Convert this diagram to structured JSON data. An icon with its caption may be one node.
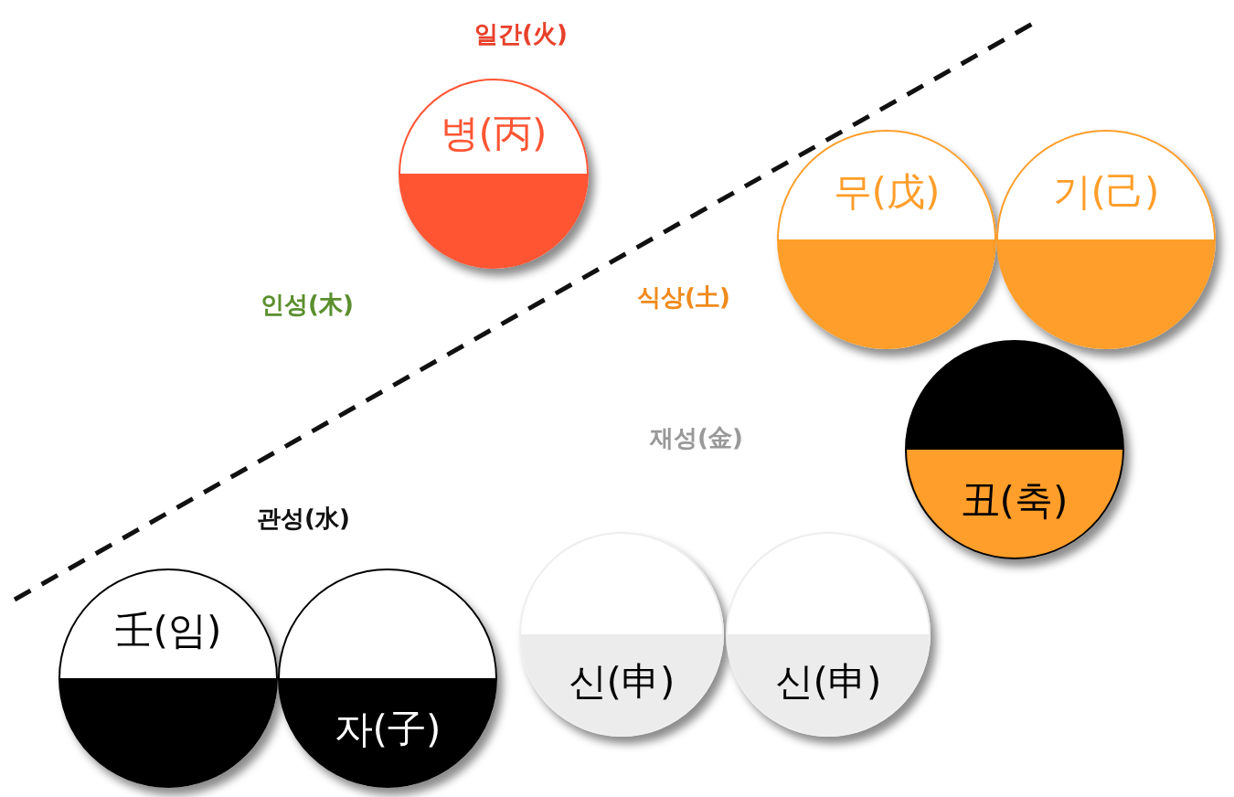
{
  "diagram": {
    "nodes": [
      {
        "text": [
          "병(丙)"
        ]
      },
      {
        "text": [
          "무(戊)"
        ]
      },
      {
        "text": [
          "기(己)"
        ]
      },
      {
        "text": [
          "丑(축)"
        ]
      },
      {
        "text": [
          "신(申)"
        ]
      },
      {
        "text": [
          "신(申)"
        ]
      },
      {
        "text": [
          "壬(임)"
        ]
      },
      {
        "text": [
          "자(子)"
        ]
      }
    ],
    "labels": [
      "일간(火)",
      "인성(木)",
      "식상(土)",
      "재성(金)",
      "관성(水)"
    ]
  }
}
